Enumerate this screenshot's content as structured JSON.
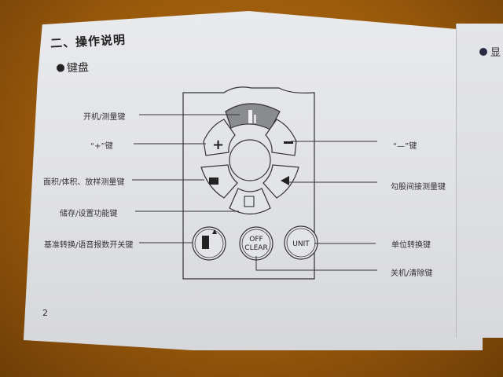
{
  "section": {
    "title": "二、操作说明",
    "subsection": "键盘"
  },
  "right_page": {
    "heading_fragment": "显"
  },
  "keypad": {
    "buttons": [
      {
        "id": "power-measure",
        "icon": "laser-measure-icon"
      },
      {
        "id": "plus",
        "icon": "plus-icon",
        "glyph": "+"
      },
      {
        "id": "minus",
        "icon": "minus-icon",
        "glyph": "−"
      },
      {
        "id": "area-volume",
        "icon": "cube-icon"
      },
      {
        "id": "pythagoras",
        "icon": "triangle-icon"
      },
      {
        "id": "memory",
        "icon": "memory-icon"
      },
      {
        "id": "reference",
        "icon": "reference-icon"
      },
      {
        "id": "off-clear",
        "line1": "OFF",
        "line2": "CLEAR"
      },
      {
        "id": "unit",
        "label": "UNIT"
      }
    ]
  },
  "labels": {
    "power_measure": "开机/测量键",
    "plus": "“+”键",
    "area_volume": "面积/体积、放样测量键",
    "memory": "储存/设置功能键",
    "reference": "基准转换/语音报数开关键",
    "minus": "“—”键",
    "pythagoras": "勾股间接测量键",
    "unit": "单位转换键",
    "off_clear": "关机/清除键"
  },
  "page_number": "2"
}
